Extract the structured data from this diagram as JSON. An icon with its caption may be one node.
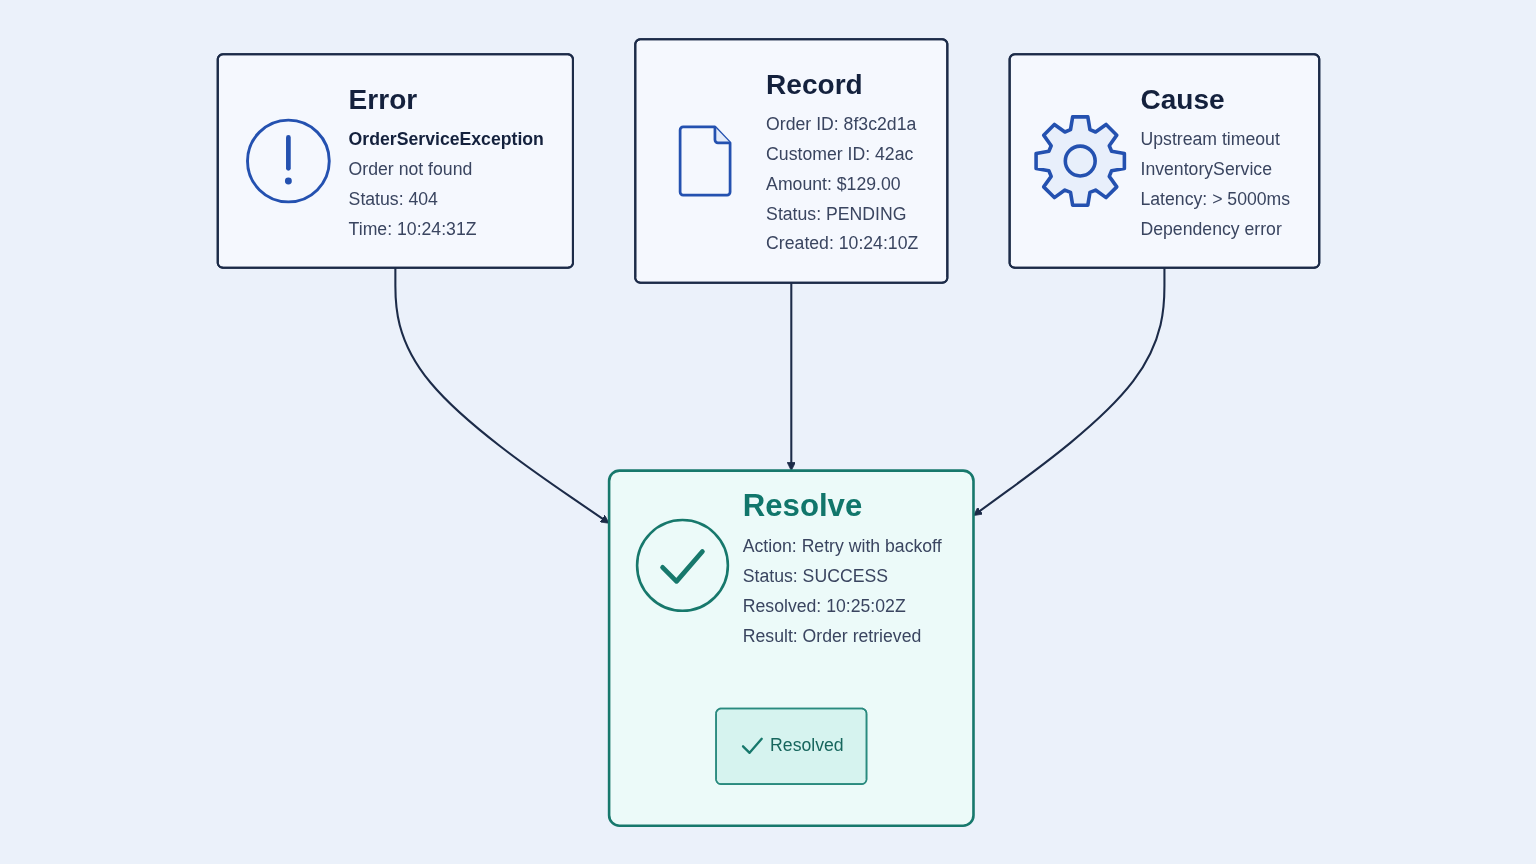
{
  "diagram": {
    "nodes": [
      {
        "text": [
          "Error",
          "OrderServiceException",
          "Order not found",
          "Status: 404",
          "Time: 10:24:31Z"
        ]
      },
      {
        "text": [
          "Record",
          "Order ID: 8f3c2d1a",
          "Customer ID: 42ac",
          "Amount: $129.00",
          "Status: PENDING",
          "Created: 10:24:10Z"
        ]
      },
      {
        "text": [
          "Cause",
          "Upstream timeout",
          "InventoryService",
          "Latency: > 5000ms",
          "Dependency error"
        ]
      },
      {
        "text": [
          "Resolve",
          "Action: Retry with backoff",
          "Status: SUCCESS",
          "Resolved: 10:25:02Z",
          "Result: Order retrieved"
        ]
      },
      {
        "text": [
          "Resolved"
        ],
        "in": 3
      }
    ],
    "edges": [
      {
        "from": 0,
        "to": 3,
        "arrow": "to"
      },
      {
        "from": 1,
        "to": 3,
        "arrow": "to"
      },
      {
        "from": 2,
        "to": 3,
        "arrow": "to"
      }
    ]
  }
}
